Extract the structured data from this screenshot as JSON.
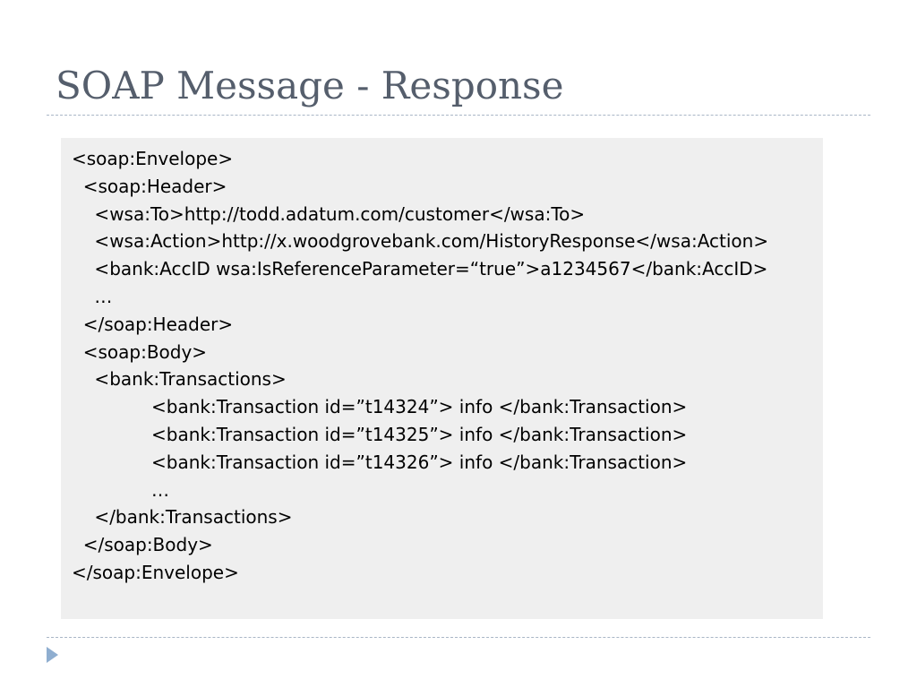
{
  "slide": {
    "title": "SOAP Message - Response"
  },
  "code": {
    "lines": [
      "<soap:Envelope>",
      "  <soap:Header>",
      "    <wsa:To>http://todd.adatum.com/customer</wsa:To>",
      "    <wsa:Action>http://x.woodgrovebank.com/HistoryResponse</wsa:Action>",
      "    <bank:AccID wsa:IsReferenceParameter=“true”>a1234567</bank:AccID>",
      "    …",
      "  </soap:Header>",
      "  <soap:Body>",
      "    <bank:Transactions>",
      "              <bank:Transaction id=”t14324”> info </bank:Transaction>",
      "              <bank:Transaction id=”t14325”> info </bank:Transaction>",
      "              <bank:Transaction id=”t14326”> info </bank:Transaction>",
      "              …",
      "    </bank:Transactions>",
      "  </soap:Body>",
      "</soap:Envelope>"
    ]
  },
  "colors": {
    "title": "#555e6c",
    "code_background": "#efefef",
    "divider": "#a9b6c6",
    "bullet": "#8faed0"
  },
  "icons": {
    "bullet": "triangle-right-icon"
  }
}
